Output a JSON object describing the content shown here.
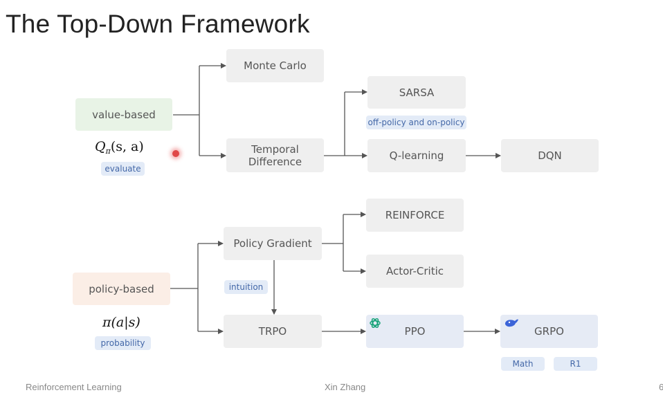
{
  "slide": {
    "title": "The Top-Down Framework",
    "footer_left": "Reinforcement Learning",
    "footer_center": "Xin Zhang",
    "footer_right": "6"
  },
  "nodes": {
    "value_based": "value-based",
    "monte_carlo": "Monte Carlo",
    "temporal_difference": "Temporal\nDifference",
    "sarsa": "SARSA",
    "q_learning": "Q-learning",
    "dqn": "DQN",
    "policy_based": "policy-based",
    "policy_gradient": "Policy Gradient",
    "reinforce": "REINFORCE",
    "actor_critic": "Actor-Critic",
    "trpo": "TRPO",
    "ppo": "PPO",
    "grpo": "GRPO"
  },
  "tags": {
    "evaluate": "evaluate",
    "off_on_policy": "off-policy and on-policy",
    "intuition": "intuition",
    "probability": "probability",
    "math": "Math",
    "r1": "R1"
  },
  "formulas": {
    "q_main": "Q",
    "q_sub": "π",
    "q_args": "(s, a)",
    "pi": "π(a|s)"
  },
  "colors": {
    "node_gray": "#efefef",
    "value_green": "#e8f3e6",
    "policy_orange": "#fbeee6",
    "highlight_blue": "#e6ebf5",
    "tag_blue_bg": "#e3ebf7",
    "tag_blue_text": "#4468a8",
    "arrow": "#555555"
  },
  "icons": [
    "openai-logo-icon",
    "deepseek-whale-icon"
  ]
}
